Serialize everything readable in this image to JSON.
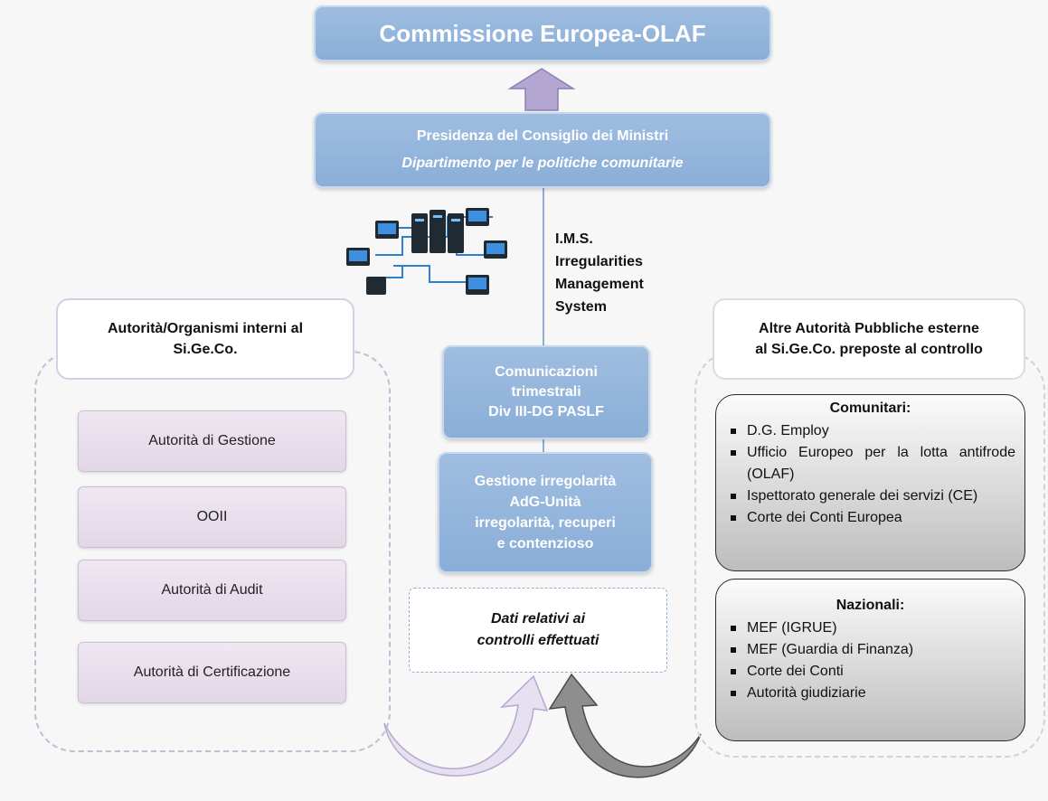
{
  "top": {
    "title": "Commissione Europea-OLAF"
  },
  "presidenza": {
    "line1": "Presidenza del Consiglio dei Ministri",
    "line2": "Dipartimento per  le politiche comunitarie"
  },
  "ims": {
    "lines": [
      "I.M.S.",
      "Irregularities",
      "Management",
      "System"
    ]
  },
  "left": {
    "header": [
      "Autorità/Organismi interni al",
      "Si.Ge.Co."
    ],
    "items": [
      "Autorità di Gestione",
      "OOII",
      "Autorità di Audit",
      "Autorità di Certificazione"
    ]
  },
  "center": {
    "comunicazioni": [
      "Comunicazioni",
      "trimestrali",
      "Div III-DG PASLF"
    ],
    "gestione": [
      "Gestione irregolarità",
      "AdG-Unità",
      "irregolarità, recuperi",
      "e contenzioso"
    ],
    "dati": [
      "Dati relativi ai",
      "controlli effettuati"
    ]
  },
  "right": {
    "header": [
      "Altre Autorità Pubbliche esterne",
      "al Si.Ge.Co. preposte al controllo"
    ],
    "comunitari": {
      "title": "Comunitari:",
      "items": [
        "D.G. Employ",
        "Ufficio Europeo per la lotta antifrode (OLAF)",
        "Ispettorato generale dei servizi (CE)",
        "Corte dei Conti Europea"
      ]
    },
    "nazionali": {
      "title": "Nazionali:",
      "items": [
        "MEF (IGRUE)",
        "MEF (Guardia di Finanza)",
        "Corte dei Conti",
        "Autorità giudiziarie"
      ]
    }
  },
  "icons": [
    "network-servers-icon",
    "up-arrow-icon",
    "curved-arrow-icon"
  ],
  "colors": {
    "blue_box": "#8aaed8",
    "purple_item": "#e8dfeb",
    "dashed_outline": "#c5bcd4",
    "grey_box": "#bdbdbd",
    "arrow_purple": "#a99bc4"
  }
}
